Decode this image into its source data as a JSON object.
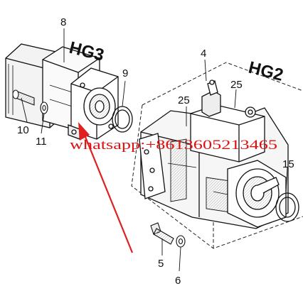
{
  "labels": {
    "part_8": "8",
    "part_9": "9",
    "part_4": "4",
    "part_25_left": "25",
    "part_25_right": "25",
    "part_10": "10",
    "part_11": "11",
    "part_15": "15",
    "part_5": "5",
    "part_6": "6",
    "group_hg3": "HG3",
    "group_hg2": "HG2"
  },
  "watermark": "whatsapp:+8613605213465",
  "colors": {
    "line": "#111111",
    "watermark": "#e01010",
    "arrow": "#e02020",
    "hatch": "#bbbbbb"
  }
}
